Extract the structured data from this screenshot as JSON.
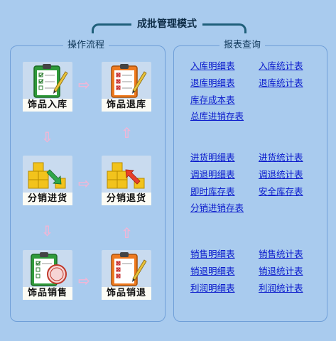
{
  "header": {
    "title": "成批管理模式"
  },
  "left_panel": {
    "title": "操作流程",
    "tiles": [
      {
        "label": "饰品入库",
        "icon": "clipboard-pen-icon"
      },
      {
        "label": "饰品退库",
        "icon": "clipboard-cross-icon"
      },
      {
        "label": "分销进货",
        "icon": "boxes-arrow-in-icon"
      },
      {
        "label": "分销退货",
        "icon": "boxes-arrow-out-icon"
      },
      {
        "label": "饰品销售",
        "icon": "clipboard-sale-stamp-icon"
      },
      {
        "label": "饰品销退",
        "icon": "clipboard-cross-pen-icon"
      }
    ]
  },
  "right_panel": {
    "title": "报表查询",
    "groups": [
      {
        "links": [
          "入库明细表",
          "入库统计表",
          "退库明细表",
          "退库统计表",
          "库存成本表",
          "总库进销存表"
        ]
      },
      {
        "links": [
          "进货明细表",
          "进货统计表",
          "调退明细表",
          "调退统计表",
          "即时库存表",
          "安全库存表",
          "分销进销存表"
        ]
      },
      {
        "links": [
          "销售明细表",
          "销售统计表",
          "销退明细表",
          "销退统计表",
          "利润明细表",
          "利润统计表"
        ]
      }
    ]
  }
}
